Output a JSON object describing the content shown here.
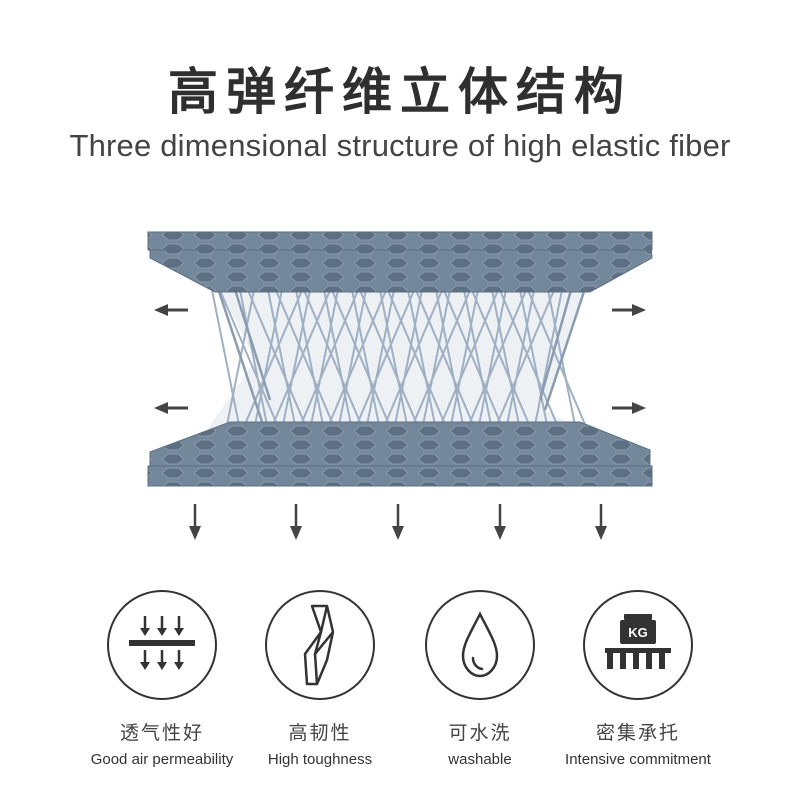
{
  "title": "高弹纤维立体结构",
  "subtitle": "Three dimensional structure of high elastic fiber",
  "colors": {
    "mesh": "#6e7e8f",
    "fiber": "#9fb0c4",
    "arrow": "#444444",
    "icon": "#333333"
  },
  "features": [
    {
      "cn": "透气性好",
      "en": "Good air permeability",
      "icon": "air-permeability-icon"
    },
    {
      "cn": "高韧性",
      "en": "High toughness",
      "icon": "twisted-fiber-icon"
    },
    {
      "cn": "可水洗",
      "en": "washable",
      "icon": "water-drop-icon"
    },
    {
      "cn": "密集承托",
      "en": "Intensive commitment",
      "icon": "weight-support-icon",
      "icon_text": "KG"
    }
  ]
}
